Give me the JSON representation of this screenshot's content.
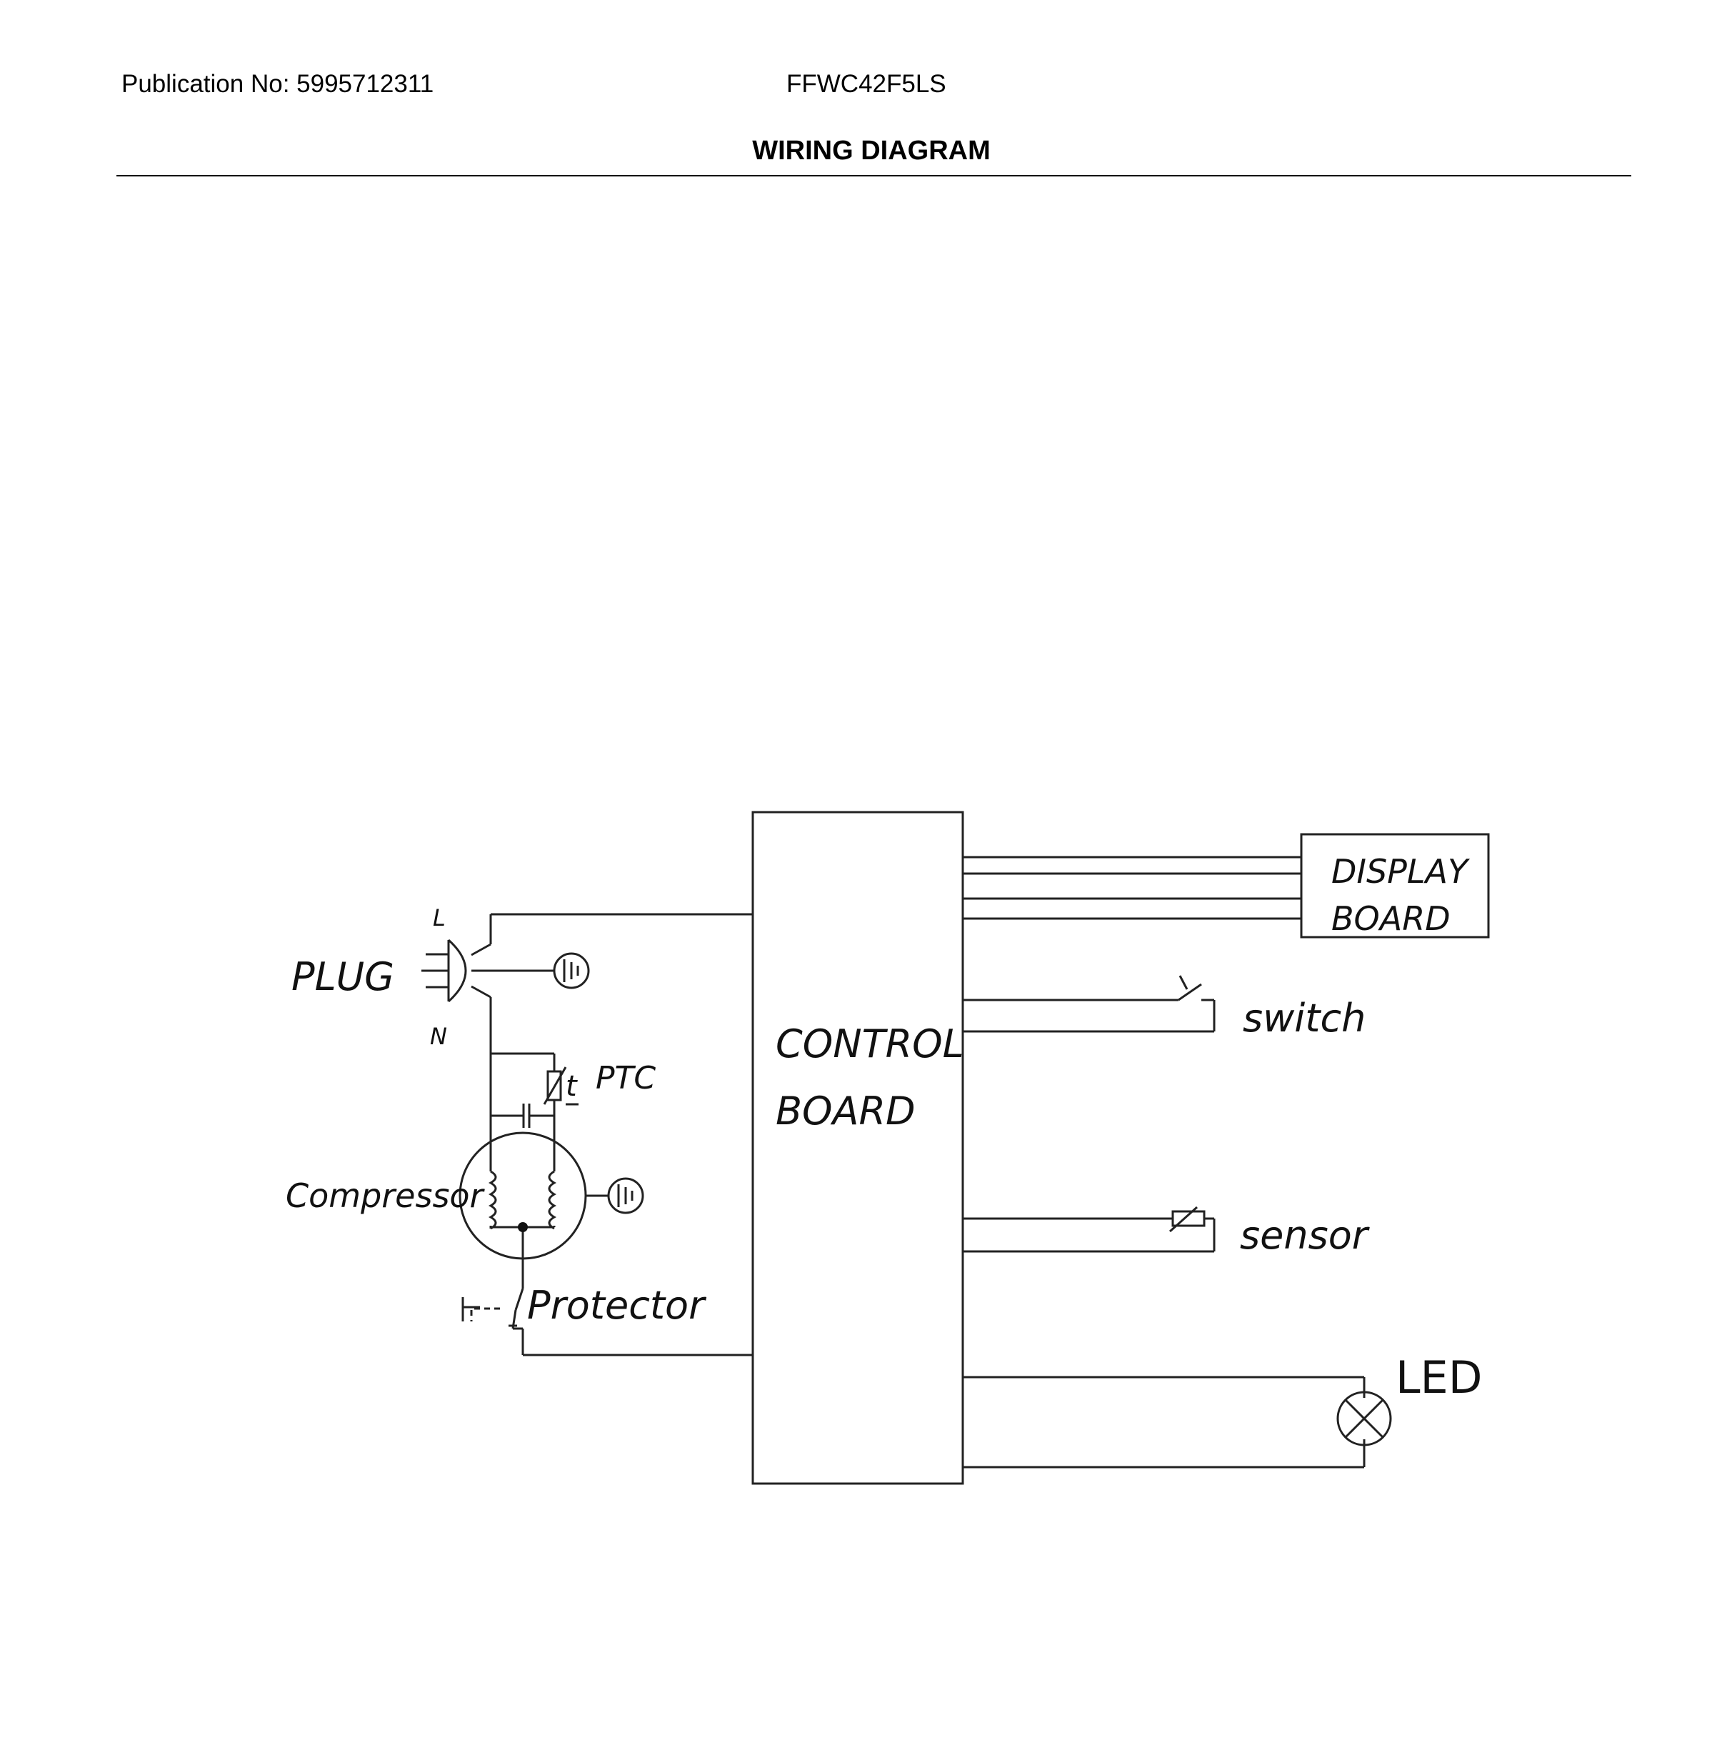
{
  "header": {
    "publication": "Publication No: 5995712311",
    "model": "FFWC42F5LS",
    "title": "WIRING DIAGRAM"
  },
  "diagram": {
    "labels": {
      "plug": "PLUG",
      "line": "L",
      "neutral": "N",
      "ptc": "PTC",
      "compressor": "Compressor",
      "protector": "Protector",
      "control_board_line1": "CONTROL",
      "control_board_line2": "BOARD",
      "display_board_line1": "DISPLAY",
      "display_board_line2": "BOARD",
      "switch": "switch",
      "sensor": "sensor",
      "led": "LED"
    }
  }
}
